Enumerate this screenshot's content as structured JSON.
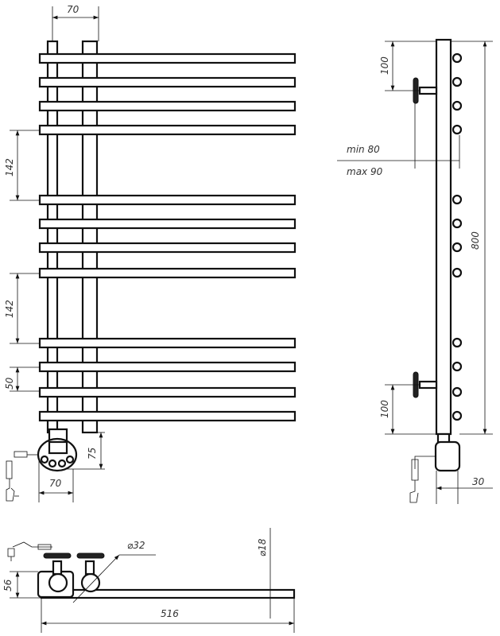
{
  "title": "Towel radiator technical drawing",
  "front_view": {
    "dim_top_width": "70",
    "dim_gap_1": "142",
    "dim_gap_2": "142",
    "dim_pitch": "50",
    "dim_heater_height": "75",
    "dim_heater_width": "70"
  },
  "side_view": {
    "dim_top_bracket": "100",
    "dim_bottom_bracket": "100",
    "dim_total_height": "800",
    "dim_wall_min": "min 80",
    "dim_wall_max": "max 90",
    "dim_heater_depth": "30"
  },
  "top_view": {
    "dim_diameter_collector": "⌀32",
    "dim_diameter_bar": "⌀18",
    "dim_depth": "56",
    "dim_total_width": "516"
  },
  "colors": {
    "line": "#111111",
    "background": "#ffffff"
  }
}
